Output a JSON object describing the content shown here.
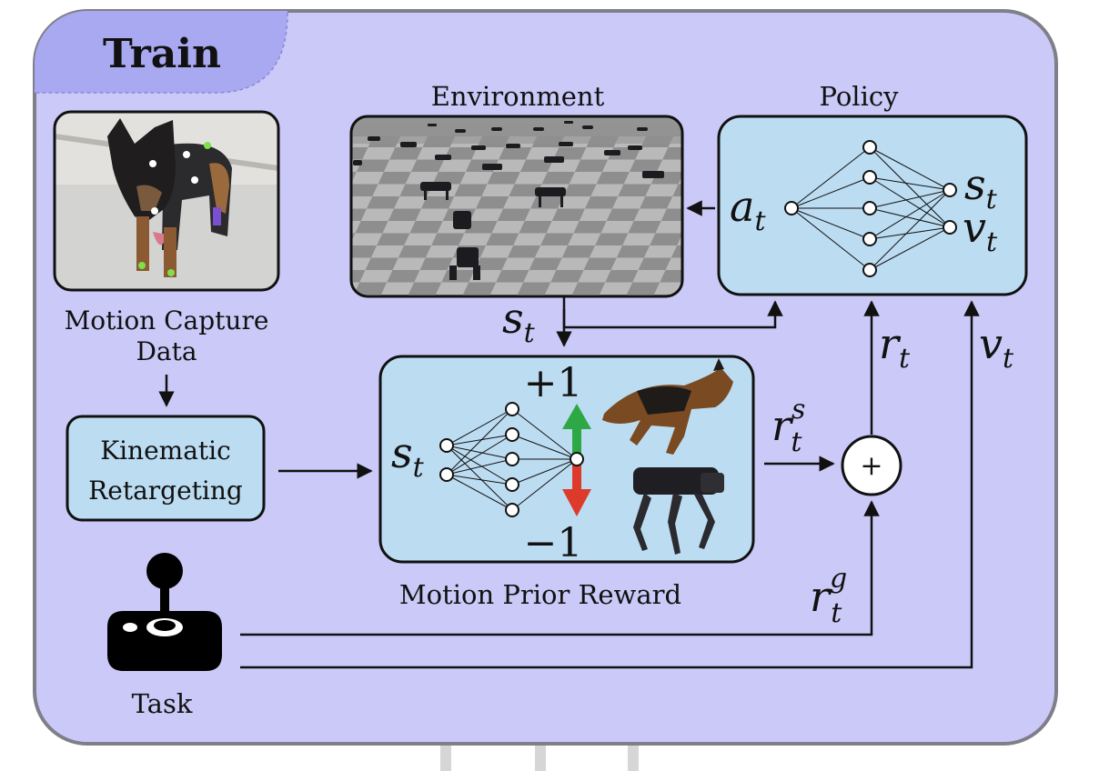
{
  "panel": {
    "title": "Train",
    "colors": {
      "panel_fill": "#cbc9f8",
      "tab_fill": "#a9a9f2",
      "box_fill": "#bcdcf1",
      "arrow_up": "#2da845",
      "arrow_down": "#dd3a2b"
    }
  },
  "mocap": {
    "label_line1": "Motion Capture",
    "label_line2": "Data",
    "image": "photo-dog-with-motion-capture-markers"
  },
  "retarget": {
    "line1": "Kinematic",
    "line2": "Retargeting"
  },
  "environment": {
    "title": "Environment",
    "image": "simulation-checkerboard-with-many-quadruped-robots"
  },
  "policy": {
    "title": "Policy",
    "input": "a",
    "input_sub": "t",
    "output1": "s",
    "output1_sub": "t",
    "output2": "v",
    "output2_sub": "t"
  },
  "reward_box": {
    "caption": "Motion Prior Reward",
    "input": "s",
    "input_sub": "t",
    "plus": "+1",
    "minus": "−1",
    "images": [
      "german-shepherd-running",
      "quadruped-robot"
    ]
  },
  "signals": {
    "state": "s",
    "state_sub": "t",
    "reward": "r",
    "reward_sub": "t",
    "value": "v",
    "value_sub": "t",
    "style_reward": "r",
    "style_sub": "t",
    "style_sup": "s",
    "goal_reward": "r",
    "goal_sub": "t",
    "goal_sup": "g",
    "sum_symbol": "+"
  },
  "task": {
    "label": "Task",
    "icon": "joystick-icon"
  }
}
